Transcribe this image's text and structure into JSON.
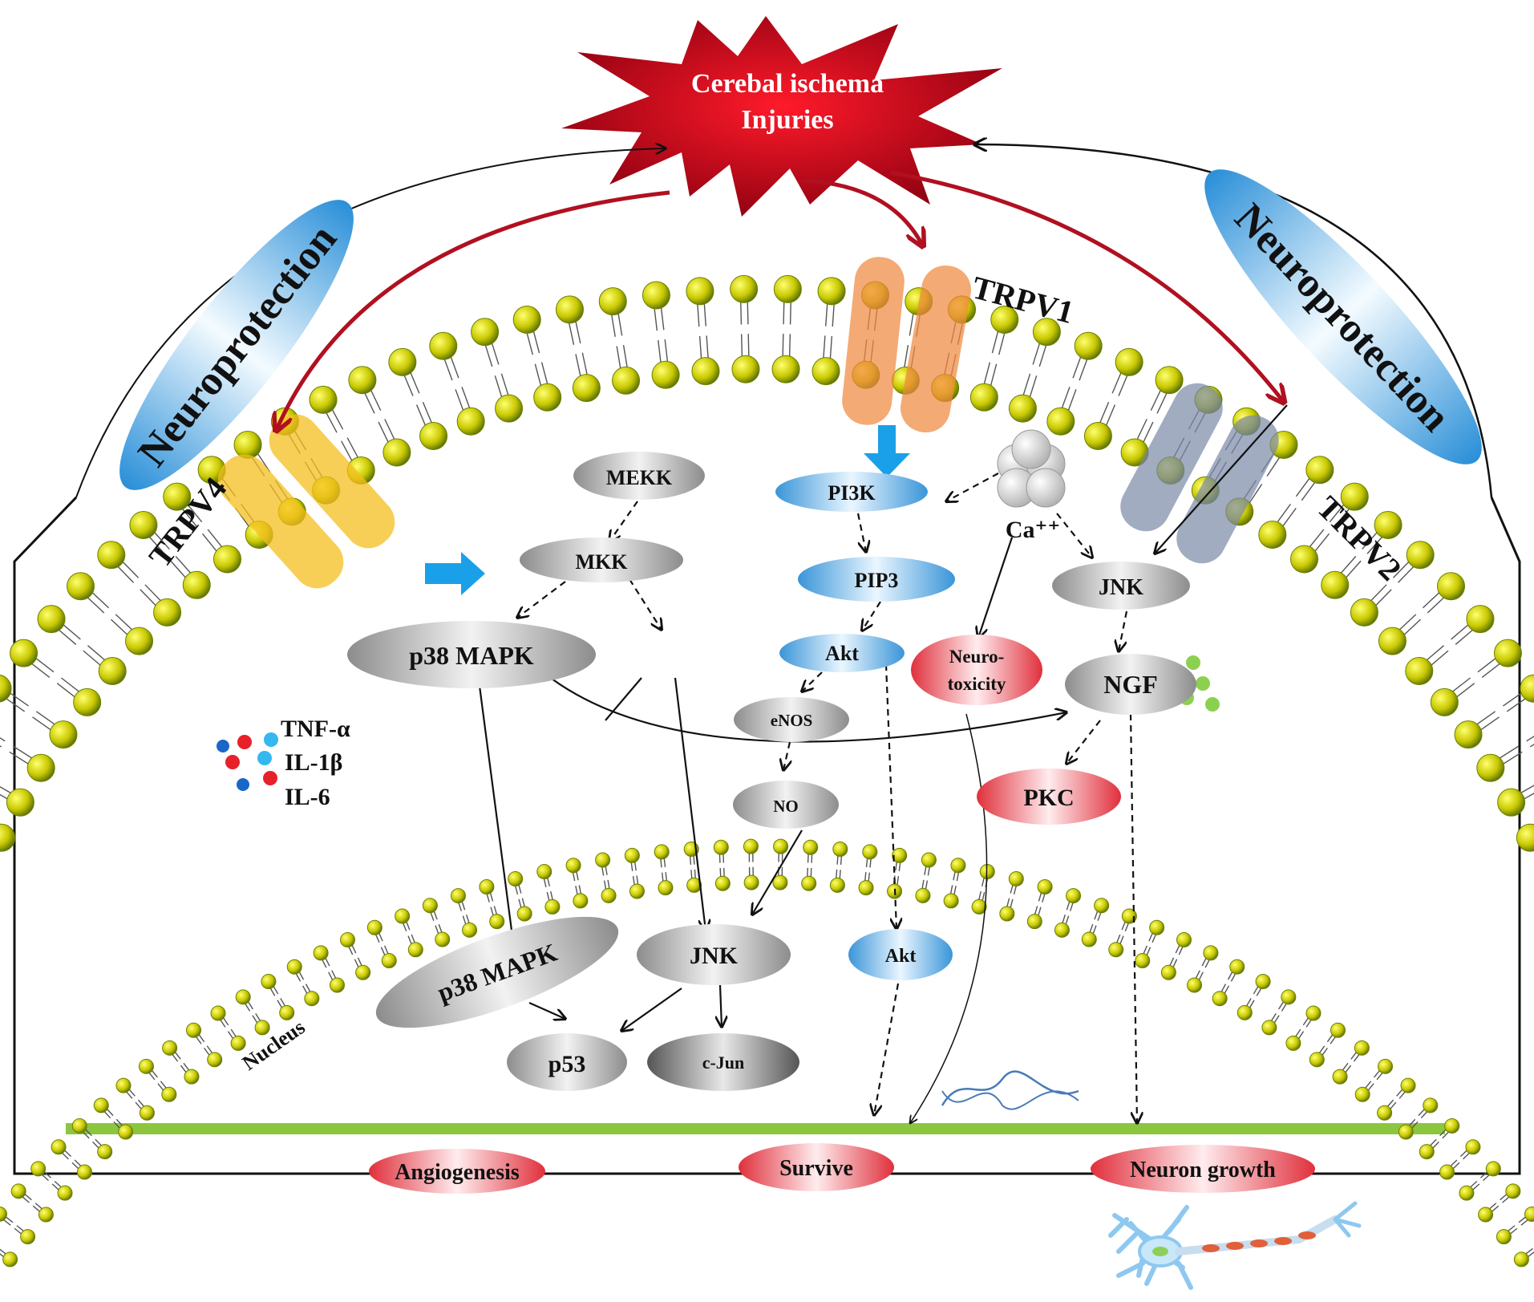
{
  "title": {
    "line1": "Cerebal ischema",
    "line2": "Injuries"
  },
  "neuroprotection": {
    "left": "Neuroprotection",
    "right": "Neuroprotection"
  },
  "channels": {
    "trpv1": "TRPV1",
    "trpv2": "TRPV2",
    "trpv4": "TRPV4"
  },
  "cytokines": {
    "tnf": "TNF-α",
    "il1": "IL-1β",
    "il6": "IL-6"
  },
  "pathway": {
    "mekk": "MEKK",
    "mkk": "MKK",
    "p38_mapk": "p38 MAPK",
    "pi3k": "PI3K",
    "pip3": "PIP3",
    "akt": "Akt",
    "enos": "eNOS",
    "no": "NO",
    "ca": "Ca⁺⁺",
    "jnk": "JNK",
    "neurotoxicity_1": "Neuro-",
    "neurotoxicity_2": "toxicity",
    "ngf": "NGF",
    "pkc": "PKC"
  },
  "nucleus": {
    "label": "Nucleus",
    "p38_mapk": "p38 MAPK",
    "jnk": "JNK",
    "akt": "Akt",
    "p53": "p53",
    "cjun": "c-Jun"
  },
  "outcomes": {
    "angiogenesis": "Angiogenesis",
    "survive": "Survive",
    "neuron_growth": "Neuron growth"
  },
  "colors": {
    "injury_red": "#c8101e",
    "arrow_red": "#b01020",
    "lipid_head": "#d4d400",
    "membrane_green": "#8cc63f",
    "blue_node": "#4aa3df",
    "pink_node": "#e8434f",
    "trpv1": "#f08a40",
    "trpv4": "#f5c020",
    "trpv2": "#7a8aa8",
    "cyan_arrow": "#1aa0e8"
  }
}
